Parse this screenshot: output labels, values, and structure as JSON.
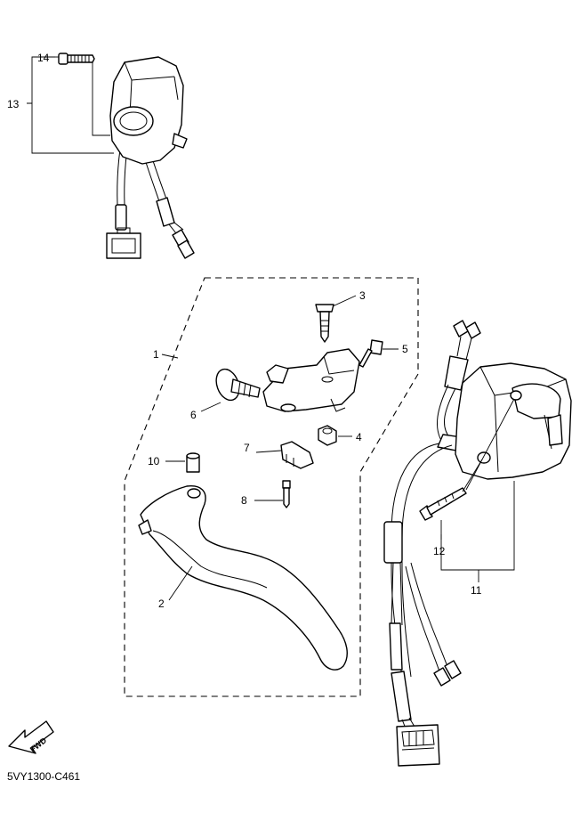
{
  "diagram_code": "5VY1300-C461",
  "fwd_label": "FWD",
  "callouts": {
    "c1": "1",
    "c2": "2",
    "c3": "3",
    "c4": "4",
    "c5": "5",
    "c6": "6",
    "c7": "7",
    "c8": "8",
    "c10": "10",
    "c11": "11",
    "c12": "12",
    "c13": "13",
    "c14": "14"
  }
}
